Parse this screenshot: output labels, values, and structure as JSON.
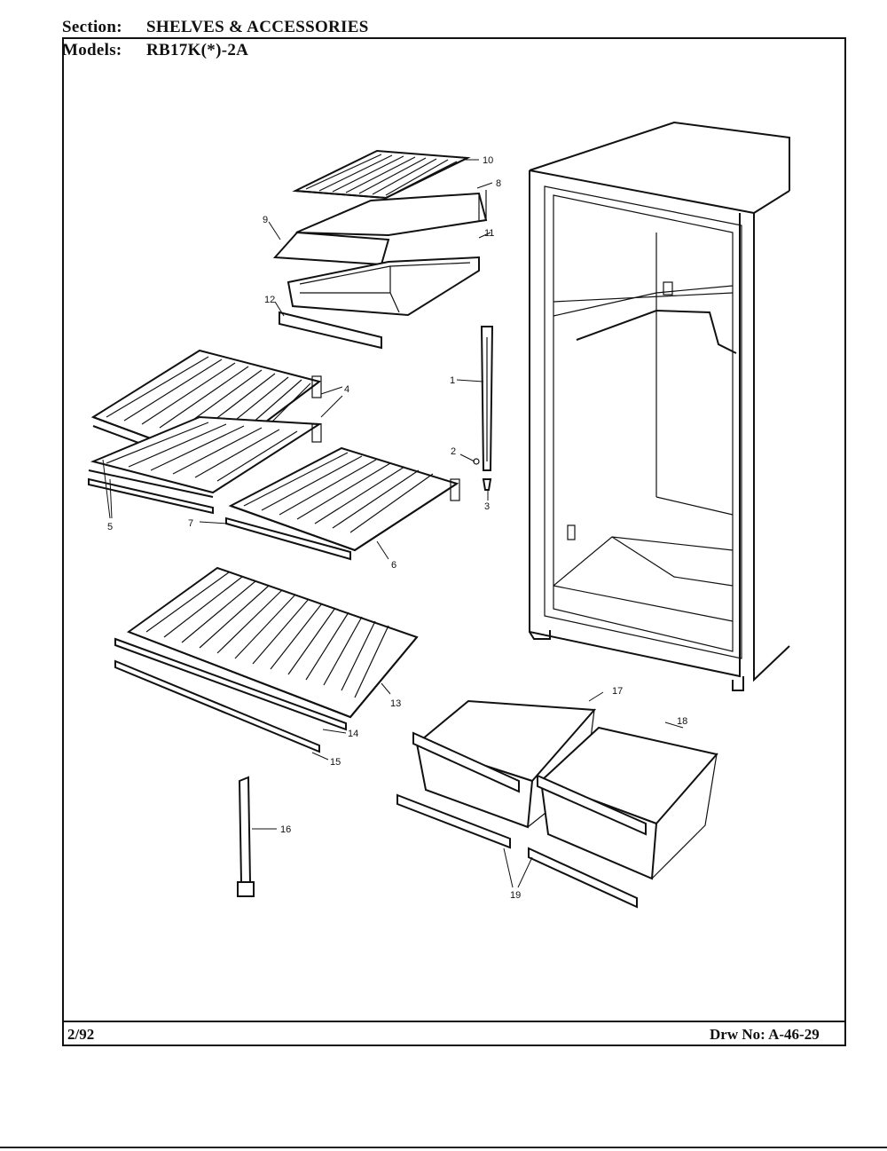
{
  "header": {
    "section_label": "Section:",
    "section_value": "SHELVES & ACCESSORIES",
    "models_label": "Models:",
    "models_value": "RB17K(*)-2A"
  },
  "footer": {
    "date": "2/92",
    "drawing_number": "Drw No: A-46-29"
  },
  "callouts": [
    "1",
    "2",
    "3",
    "4",
    "5",
    "6",
    "7",
    "8",
    "9",
    "10",
    "11",
    "12",
    "13",
    "14",
    "15",
    "16",
    "17",
    "18",
    "19"
  ]
}
